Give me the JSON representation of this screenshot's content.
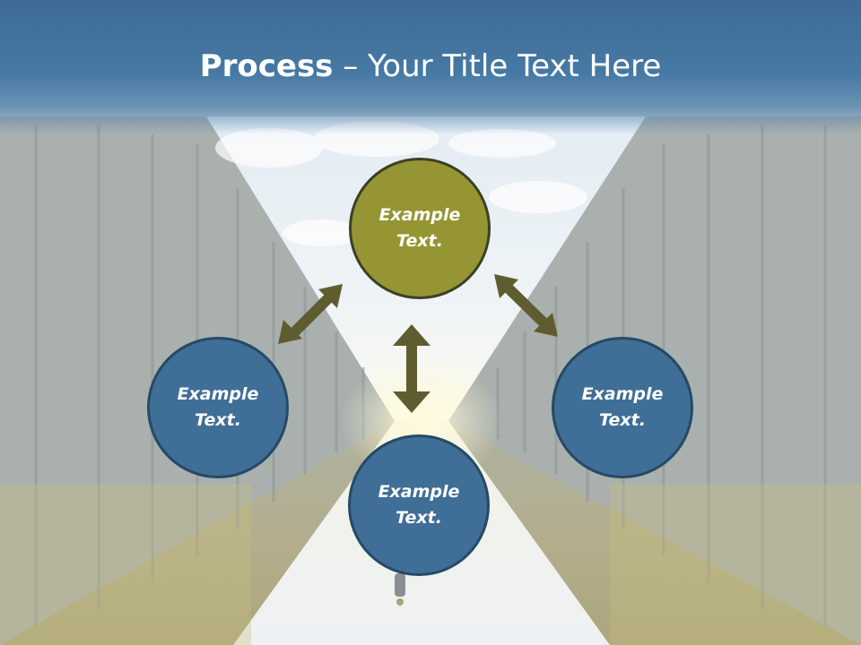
{
  "title": {
    "bold": "Process",
    "rest": " – Your Title Text Here"
  },
  "nodes": {
    "top": "Example\nText.",
    "left": "Example\nText.",
    "right": "Example\nText.",
    "bottom": "Example\nText."
  },
  "colors": {
    "title_bar": "#4679a4",
    "olive_fill": "#969534",
    "blue_fill": "#3f6e96",
    "arrow": "#5f5d2f"
  }
}
